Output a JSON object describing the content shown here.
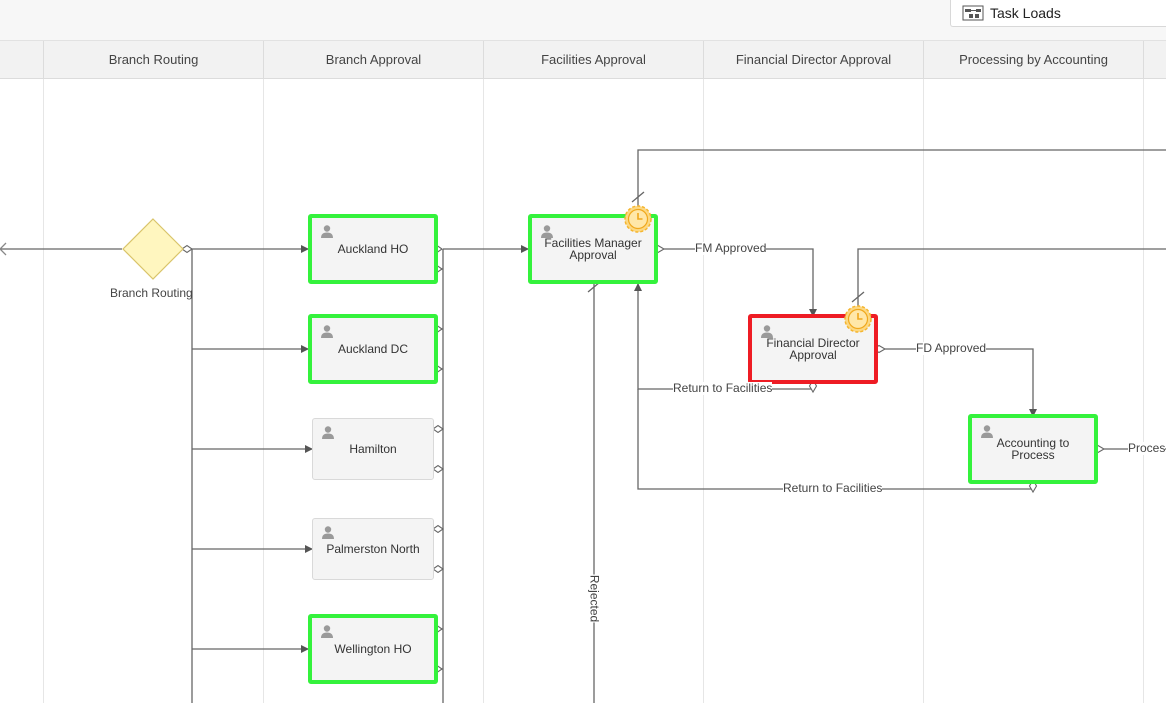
{
  "toolbar": {
    "task_loads_label": "Task Loads"
  },
  "lanes": [
    {
      "label": ""
    },
    {
      "label": "Branch Routing"
    },
    {
      "label": "Branch Approval"
    },
    {
      "label": "Facilities Approval"
    },
    {
      "label": "Financial Director Approval"
    },
    {
      "label": "Processing by Accounting"
    },
    {
      "label": ""
    }
  ],
  "gateway": {
    "label": "Branch Routing"
  },
  "tasks": {
    "auckland_ho": "Auckland HO",
    "auckland_dc": "Auckland DC",
    "hamilton": "Hamilton",
    "palmerston_north": "Palmerston North",
    "wellington_ho": "Wellington HO",
    "facilities_manager": "Facilities Manager Approval",
    "financial_director": "Financial Director Approval",
    "accounting": "Accounting to Process"
  },
  "connectors": {
    "fm_approved": "FM Approved",
    "fd_approved": "FD Approved",
    "return_facilities_1": "Return to Facilities",
    "return_facilities_2": "Return to Facilities",
    "rejected": "Rejected",
    "process": "Proces"
  },
  "colors": {
    "active_border": "#34f23c",
    "overdue_border": "#ee1c24",
    "gateway_fill": "#fff6bf",
    "timer": "#f5b52e"
  }
}
